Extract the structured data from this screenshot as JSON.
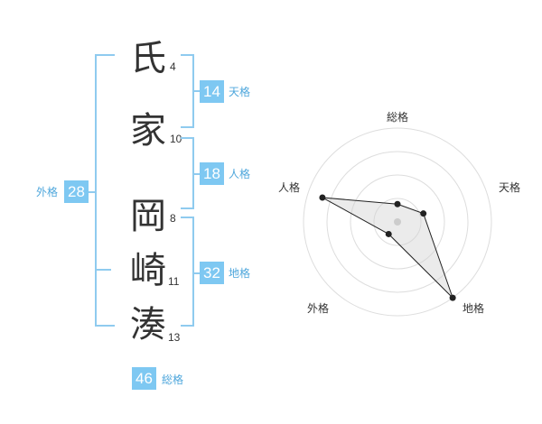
{
  "name_chars": [
    {
      "char": "氏",
      "strokes": "4"
    },
    {
      "char": "家",
      "strokes": "10"
    },
    {
      "char": "岡",
      "strokes": "8"
    },
    {
      "char": "崎",
      "strokes": "11"
    },
    {
      "char": "湊",
      "strokes": "13"
    }
  ],
  "kaku": {
    "tenkaku": {
      "value": "14",
      "label": "天格"
    },
    "jinkaku": {
      "value": "18",
      "label": "人格"
    },
    "chikaku": {
      "value": "32",
      "label": "地格"
    },
    "gaikaku": {
      "value": "28",
      "label": "外格"
    },
    "soukaku": {
      "value": "46",
      "label": "総格"
    }
  },
  "colors": {
    "accent": "#7ec8f2",
    "bracket": "#8fcbef",
    "label": "#4fa7dc",
    "ring": "#dddddd"
  },
  "chart_data": {
    "type": "radar",
    "axes": [
      "総格",
      "天格",
      "地格",
      "外格",
      "人格"
    ],
    "series": [
      {
        "values": [
          0.19,
          0.29,
          1.0,
          0.16,
          0.84
        ]
      }
    ],
    "rings": 4,
    "range": [
      0,
      1
    ]
  }
}
